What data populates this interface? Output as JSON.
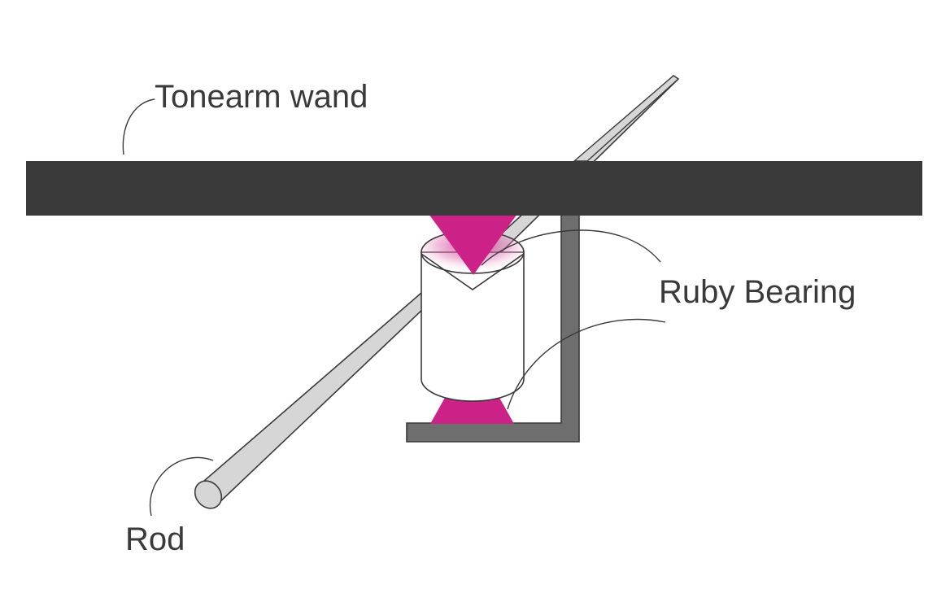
{
  "labels": {
    "tonearm_wand": "Tonearm wand",
    "ruby_bearing": "Ruby Bearing",
    "rod": "Rod"
  },
  "colors": {
    "wand": "#3a3a3a",
    "bracket": "#6e6e6e",
    "rod_fill": "#d6d6d6",
    "ruby": "#cc2288",
    "outline": "#3a3a3a",
    "background": "#ffffff"
  }
}
